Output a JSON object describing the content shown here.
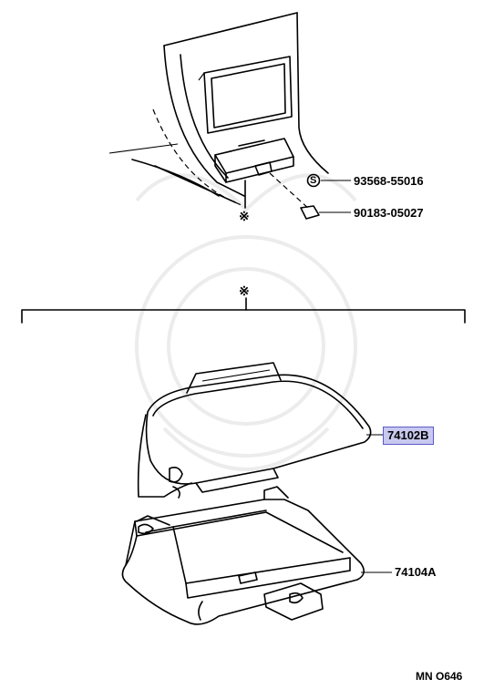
{
  "parts": {
    "screw": "93568-55016",
    "nut": "90183-05027",
    "glove_box_door": "74102B",
    "glove_box": "74104A"
  },
  "markers": {
    "screw_symbol": "S",
    "star_top": "※",
    "star_bracket": "※"
  },
  "diagram_code": "MN O646",
  "colors": {
    "highlight_fill": "#c8c8f0",
    "highlight_border": "#5a5ac8"
  }
}
